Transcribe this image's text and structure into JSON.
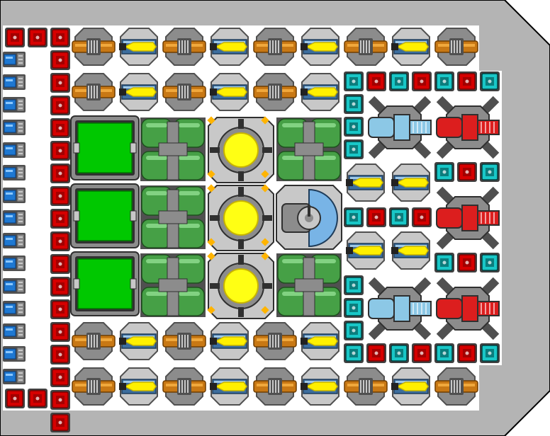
{
  "colors": {
    "hull": "#b4b4b4",
    "hull_edge": "#000000",
    "deck": "#ffffff",
    "armor_red": "#d60000",
    "armor_red_dark": "#7a0000",
    "armor_cyan": "#19c7c7",
    "armor_cyan_dark": "#004040",
    "metal": "#8c8c8c",
    "metal_dark": "#505050",
    "metal_light": "#c8c8c8",
    "bronze": "#c87814",
    "bronze_light": "#f0a83c",
    "steel_blue": "#3c6e9e",
    "steel_blue_light": "#a0c8e6",
    "thruster_blue": "#1e78d2",
    "plasma_yellow": "#fff000",
    "plasma_yellow_dark": "#c8b400",
    "reactor_core": "#ffff14",
    "cargo_green": "#00c800",
    "tank_green": "#46a046",
    "tank_green_light": "#82d282",
    "orange_marker": "#ffb400",
    "shield_blue": "#78b4e6",
    "cannon_red": "#dc1e1e",
    "cannon_blue": "#8cc8e6"
  },
  "modules": {
    "armor": "armor-block",
    "thruster": "thruster",
    "mass_driver": "mass-driver-turret",
    "plasma": "plasma-turret",
    "cargo": "cargo-bay",
    "tank": "fuel-tank",
    "reactor": "reactor",
    "shield": "shield-generator",
    "cannon_blue": "ion-cannon",
    "cannon_red": "laser-cannon"
  }
}
